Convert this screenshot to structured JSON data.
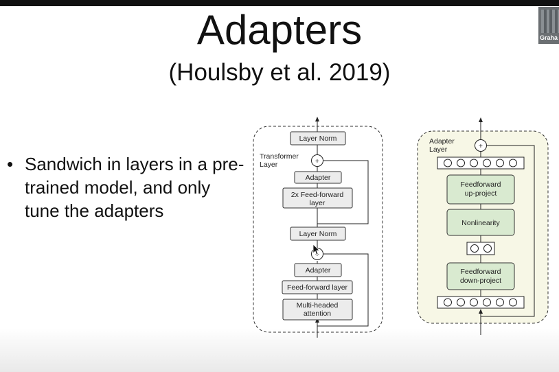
{
  "slide": {
    "title": "Adapters",
    "subtitle": "(Houlsby et al. 2019)",
    "bullets": [
      "Sandwich in layers in a pre-trained model, and only tune the adapters"
    ],
    "bullet_symbol": "•"
  },
  "video": {
    "name": "Graha"
  },
  "figure_left": {
    "group_label_1": "Transformer",
    "group_label_2": "Layer",
    "layer_norm_top": "Layer Norm",
    "adapter_top": "Adapter",
    "ff_2x_line1": "2x Feed-forward",
    "ff_2x_line2": "layer",
    "layer_norm_mid": "Layer Norm",
    "adapter_bottom": "Adapter",
    "ff_layer": "Feed-forward layer",
    "mha_line1": "Multi-headed",
    "mha_line2": "attention",
    "plus": "+"
  },
  "figure_right": {
    "group_label_1": "Adapter",
    "group_label_2": "Layer",
    "up_project_line1": "Feedforward",
    "up_project_line2": "up-project",
    "nonlinearity": "Nonlinearity",
    "down_project_line1": "Feedforward",
    "down_project_line2": "down-project",
    "plus": "+",
    "neurons_wide": 6,
    "neurons_narrow": 2
  },
  "colors": {
    "adapter_panel_fill": "#f7f7e6",
    "adapter_box_fill": "#d9ead0",
    "box_fill": "#ececec"
  }
}
